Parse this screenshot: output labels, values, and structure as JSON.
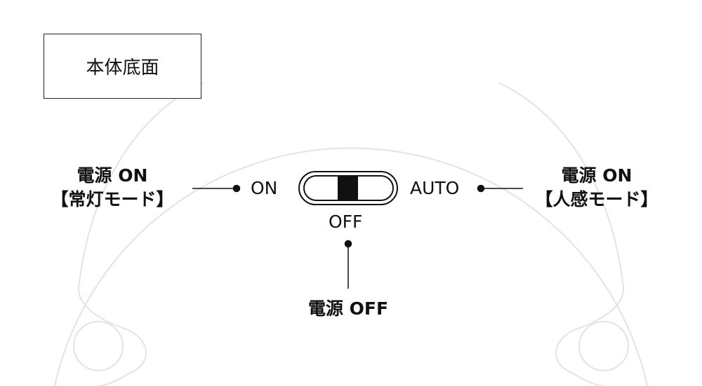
{
  "title": "本体底面",
  "switch": {
    "left_label": "ON",
    "right_label": "AUTO",
    "bottom_label": "OFF",
    "position": "OFF"
  },
  "callouts": {
    "left": {
      "line1": "電源 ON",
      "line2": "【常灯モード】"
    },
    "right": {
      "line1": "電源 ON",
      "line2": "【人感モード】"
    },
    "bottom": {
      "line1": "電源 OFF"
    }
  }
}
